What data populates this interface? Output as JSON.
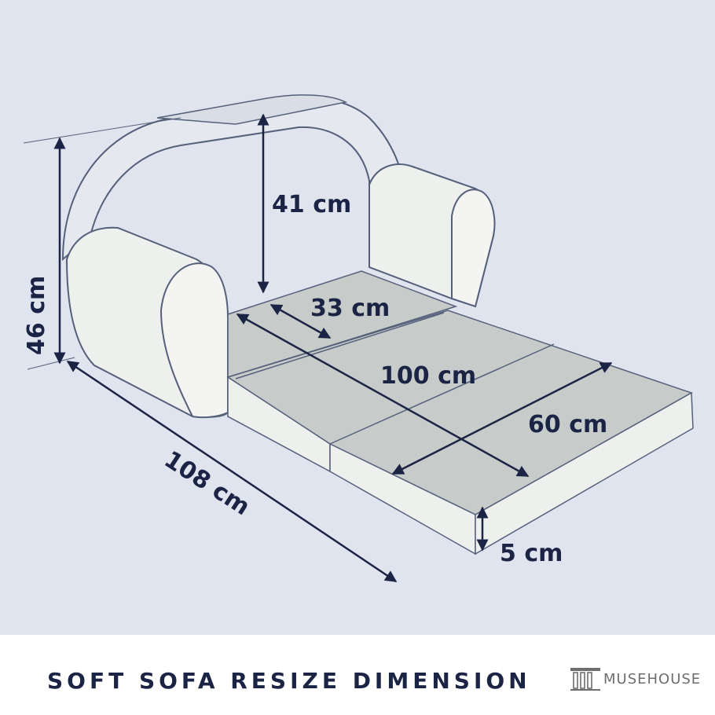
{
  "dimensions": {
    "height_total": "46 cm",
    "backrest_height": "41 cm",
    "seat_depth": "33 cm",
    "bed_length": "100 cm",
    "bed_width": "60 cm",
    "length": "108 cm",
    "thickness": "5 cm"
  },
  "footer": {
    "title": "SOFT SOFA RESIZE DIMENSION",
    "brand_logo": "MUSEHOUSE"
  },
  "icons": {
    "brand": "pillar-logo-icon"
  },
  "colors": {
    "background": "#dfe4ef",
    "sofa_fill": "#eef0ee",
    "cushion_fill": "#c7ccca",
    "outline": "#55607a",
    "arrow": "#1c2445",
    "text": "#1c2445"
  }
}
